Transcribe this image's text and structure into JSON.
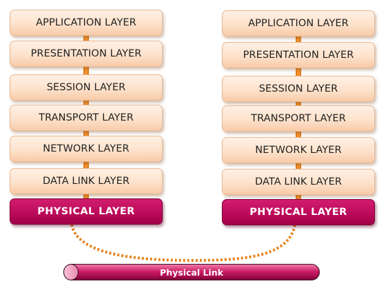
{
  "left_stack": {
    "layers": [
      "APPLICATION LAYER",
      "PRESENTATION LAYER",
      "SESSION LAYER",
      "TRANSPORT LAYER",
      "NETWORK LAYER",
      "DATA LINK LAYER",
      "PHYSICAL LAYER"
    ]
  },
  "right_stack": {
    "layers": [
      "APPLICATION LAYER",
      "PRESENTATION LAYER",
      "SESSION LAYER",
      "TRANSPORT LAYER",
      "NETWORK LAYER",
      "DATA LINK LAYER",
      "PHYSICAL LAYER"
    ]
  },
  "link": {
    "label": "Physical Link"
  },
  "colors": {
    "layer_fill": "#fde2cc",
    "physical_fill": "#bd0a5a",
    "connector": "#e88a2a",
    "cable": "#cc1f66"
  }
}
